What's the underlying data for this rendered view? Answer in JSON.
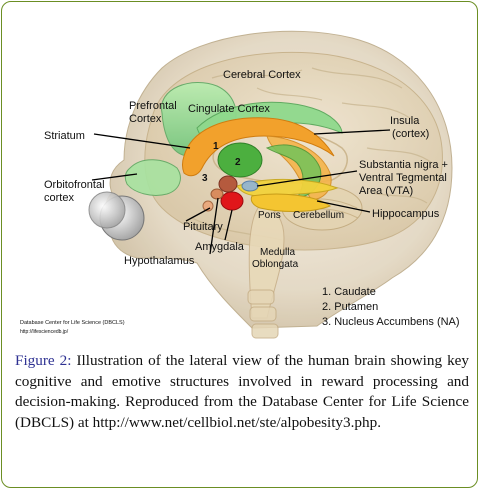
{
  "figure": {
    "labels": {
      "cerebral_cortex": "Cerebral Cortex",
      "prefrontal_1": "Prefrontal",
      "prefrontal_2": "Cortex",
      "cingulate_cortex": "Cingulate Cortex",
      "insula_1": "Insula",
      "insula_2": "(cortex)",
      "striatum": "Striatum",
      "orbitofrontal_1": "Orbitofrontal",
      "orbitofrontal_2": "cortex",
      "substantia_1": "Substantia nigra +",
      "substantia_2": "Ventral Tegmental",
      "substantia_3": "Area (VTA)",
      "hippocampus": "Hippocampus",
      "pons": "Pons",
      "cerebellum": "Cerebellum",
      "pituitary": "Pituitary",
      "amygdala": "Amygdala",
      "hypothalamus": "Hypothalamus",
      "medulla_1": "Medulla",
      "medulla_2": "Oblongata",
      "marker_1": "1",
      "marker_2": "2",
      "marker_3": "3"
    },
    "legend": [
      "1. Caudate",
      "2. Putamen",
      "3. Nucleus Accumbens (NA)"
    ],
    "credit_1": "Database Center for Life Science (DBCLS)",
    "credit_2": "http://lifesciencedb.jp/"
  },
  "caption": {
    "label": "Figure 2:",
    "text": " Illustration of the lateral view of the human brain showing key cognitive and emotive structures involved in reward processing and decision-making. Reproduced from the Database Center for Life Science (DBCLS) at http://www.net/cellbiol.net/ste/alpobesity3.php."
  }
}
